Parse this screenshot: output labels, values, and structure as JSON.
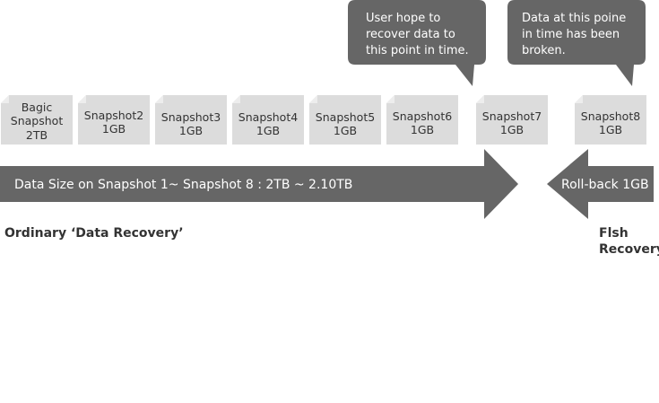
{
  "colors": {
    "snapshot_fill": "#dcdcdc",
    "snapshot_fold": "#ededed",
    "dark": "#666666",
    "text": "#333333",
    "white": "#ffffff"
  },
  "snapshots": [
    {
      "name": "Bagic",
      "lines": [
        "Bagic",
        "Snapshot",
        "2TB"
      ]
    },
    {
      "name": "Snapshot2",
      "lines": [
        "Snapshot2",
        "1GB"
      ]
    },
    {
      "name": "Snapshot3",
      "lines": [
        "Snapshot3",
        "1GB"
      ]
    },
    {
      "name": "Snapshot4",
      "lines": [
        "Snapshot4",
        "1GB"
      ]
    },
    {
      "name": "Snapshot5",
      "lines": [
        "Snapshot5",
        "1GB"
      ]
    },
    {
      "name": "Snapshot6",
      "lines": [
        "Snapshot6",
        "1GB"
      ]
    },
    {
      "name": "Snapshot7",
      "lines": [
        "Snapshot7",
        "1GB"
      ]
    },
    {
      "name": "Snapshot8",
      "lines": [
        "Snapshot8",
        "1GB"
      ]
    }
  ],
  "callouts": {
    "user_hope": [
      "User hope to",
      "recover data to",
      "this point in time."
    ],
    "broken": [
      "Data at this poine",
      "in time has been",
      "broken."
    ]
  },
  "arrows": {
    "data_size": "Data Size on Snapshot 1~ Snapshot 8 : 2TB ~ 2.10TB",
    "rollback": "Roll-back 1GB"
  },
  "captions": {
    "ordinary": "Ordinary ‘Data Recovery’",
    "flash": [
      "Flsh",
      "Recovery"
    ]
  }
}
